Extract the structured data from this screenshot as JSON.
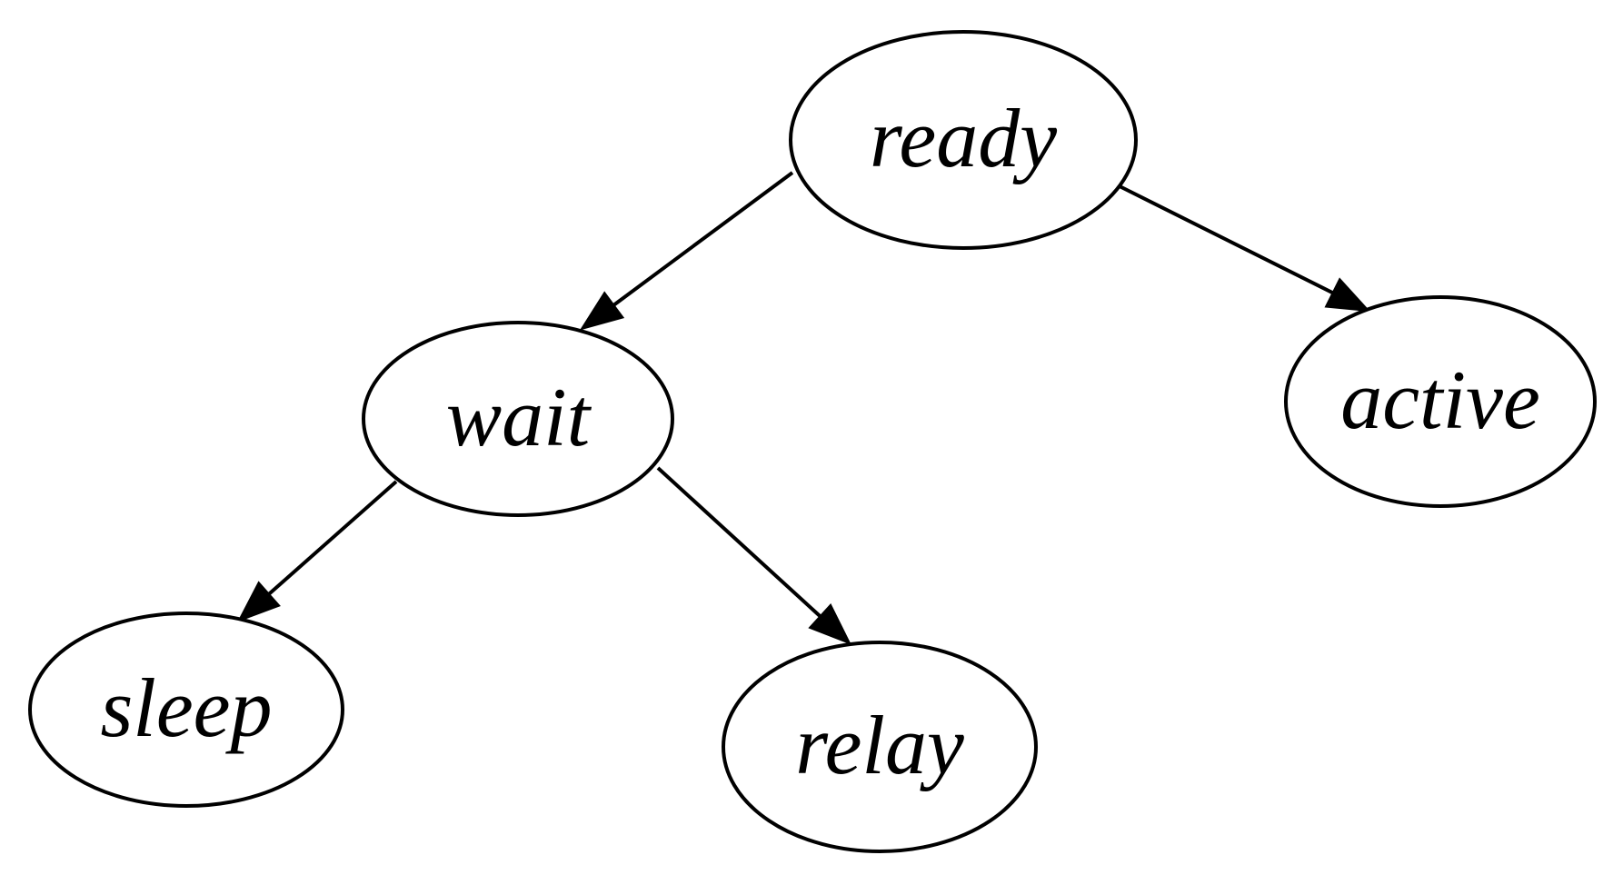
{
  "diagram": {
    "nodes": [
      {
        "id": "ready",
        "label": "ready"
      },
      {
        "id": "wait",
        "label": "wait"
      },
      {
        "id": "active",
        "label": "active"
      },
      {
        "id": "sleep",
        "label": "sleep"
      },
      {
        "id": "relay",
        "label": "relay"
      }
    ],
    "edges": [
      {
        "from": "ready",
        "to": "wait"
      },
      {
        "from": "ready",
        "to": "active"
      },
      {
        "from": "wait",
        "to": "sleep"
      },
      {
        "from": "wait",
        "to": "relay"
      }
    ],
    "colors": {
      "stroke": "#000000",
      "fill": "#ffffff",
      "background": "#ffffff"
    }
  }
}
